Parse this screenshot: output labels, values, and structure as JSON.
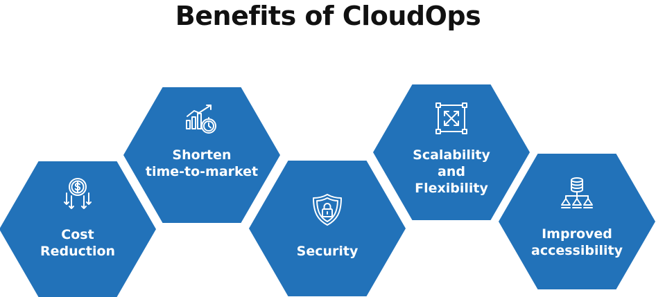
{
  "title": "Benefits of CloudOps",
  "colors": {
    "hex_fill": "#2272b9",
    "text_on_hex": "#ffffff",
    "title": "#111111"
  },
  "benefits": [
    {
      "lines": [
        "Cost",
        "Reduction"
      ],
      "icon": "dollar-down-arrows-icon"
    },
    {
      "lines": [
        "Shorten",
        "time-to-market"
      ],
      "icon": "growth-chart-clock-icon"
    },
    {
      "lines": [
        "Security"
      ],
      "icon": "shield-lock-icon"
    },
    {
      "lines": [
        "Scalability",
        "and",
        "Flexibility"
      ],
      "icon": "expand-arrows-icon"
    },
    {
      "lines": [
        "Improved",
        "accessibility"
      ],
      "icon": "database-network-icon"
    }
  ]
}
